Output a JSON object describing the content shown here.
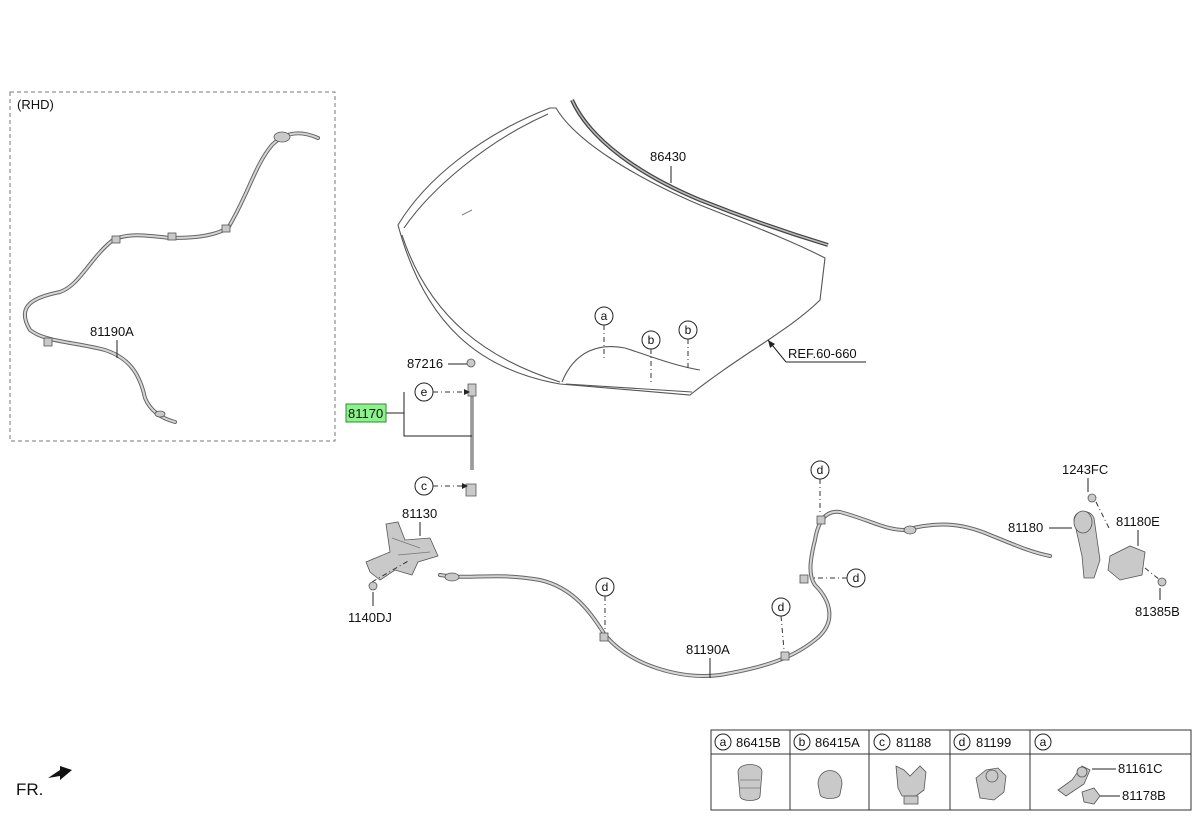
{
  "inset": {
    "title": "(RHD)",
    "part_label": "81190A"
  },
  "labels": {
    "weatherstrip": "86430",
    "ref": "REF.60-660",
    "bolt_top": "87216",
    "stay_rod": "81170",
    "latch": "81130",
    "bolt_latch": "1140DJ",
    "cable_main": "81190A",
    "bolt_release": "1243FC",
    "release_lever": "81180",
    "release_bracket": "81180E",
    "bumper_release": "81385B",
    "front_marker": "FR."
  },
  "callouts": {
    "a": "a",
    "b": "b",
    "c": "c",
    "d": "d",
    "e": "e"
  },
  "legend": [
    {
      "letter": "a",
      "part": "86415B",
      "icon": "rubber-stopper-icon"
    },
    {
      "letter": "b",
      "part": "86415A",
      "icon": "rubber-bumper-icon"
    },
    {
      "letter": "c",
      "part": "81188",
      "icon": "grommet-clip-icon"
    },
    {
      "letter": "d",
      "part": "81199",
      "icon": "cable-clip-icon"
    },
    {
      "letter": "a",
      "part": "",
      "icon": "cable-clamp-icon",
      "sub_parts": [
        "81161C",
        "81178B"
      ]
    }
  ],
  "colors": {
    "highlight": "#8ef08e"
  }
}
